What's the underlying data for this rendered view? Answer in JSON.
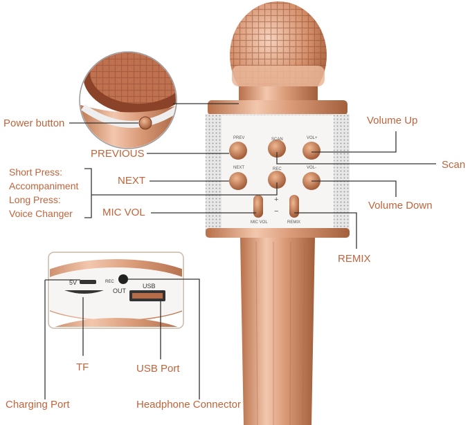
{
  "labels": {
    "power_button": "Power button",
    "previous": "PREVIOUS",
    "short_press": "Short Press:",
    "accompaniment": "Accompaniment",
    "long_press": "Long Press:",
    "voice_changer": "Voice Changer",
    "next": "NEXT",
    "mic_vol": "MIC VOL",
    "volume_up": "Volume Up",
    "scan": "Scan",
    "volume_down": "Volume Down",
    "remix": "REMIX",
    "tf": "TF",
    "usb_port": "USB Port",
    "charging_port": "Charging Port",
    "headphone_connector": "Headphone Connector"
  },
  "device_markings": {
    "prev": "PREV",
    "scan": "SCAN",
    "vol_up": "VOL+",
    "next": "NEXT",
    "rec": "REC",
    "vol_down": "VOL-",
    "plus": "+",
    "minus": "−",
    "mic_vol": "MIC VOL",
    "remix": "REMIX",
    "five_v": "5V",
    "rec_port": "REC",
    "out": "OUT",
    "usb": "USB"
  },
  "colors": {
    "label": "#c0633a",
    "rose_gold": "#d99a78",
    "line": "#333333"
  }
}
